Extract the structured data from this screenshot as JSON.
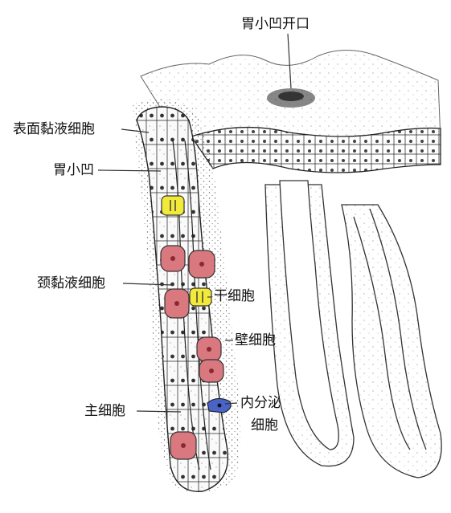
{
  "labels": {
    "gastric_pit_opening": "胃小凹开口",
    "surface_mucous_cell": "表面黏液细胞",
    "gastric_pit": "胃小凹",
    "neck_mucous_cell": "颈黏液细胞",
    "stem_cell": "干细胞",
    "parietal_cell": "壁细胞",
    "endocrine_cell_line1": "内分泌",
    "endocrine_cell_line2": "细胞",
    "chief_cell": "主细胞"
  },
  "colors": {
    "parietal_cell": "#d9797f",
    "stem_cell": "#f2ea3a",
    "endocrine_cell": "#4a63c8",
    "tissue_stipple": "#6b6b6b",
    "outline": "#222222"
  }
}
